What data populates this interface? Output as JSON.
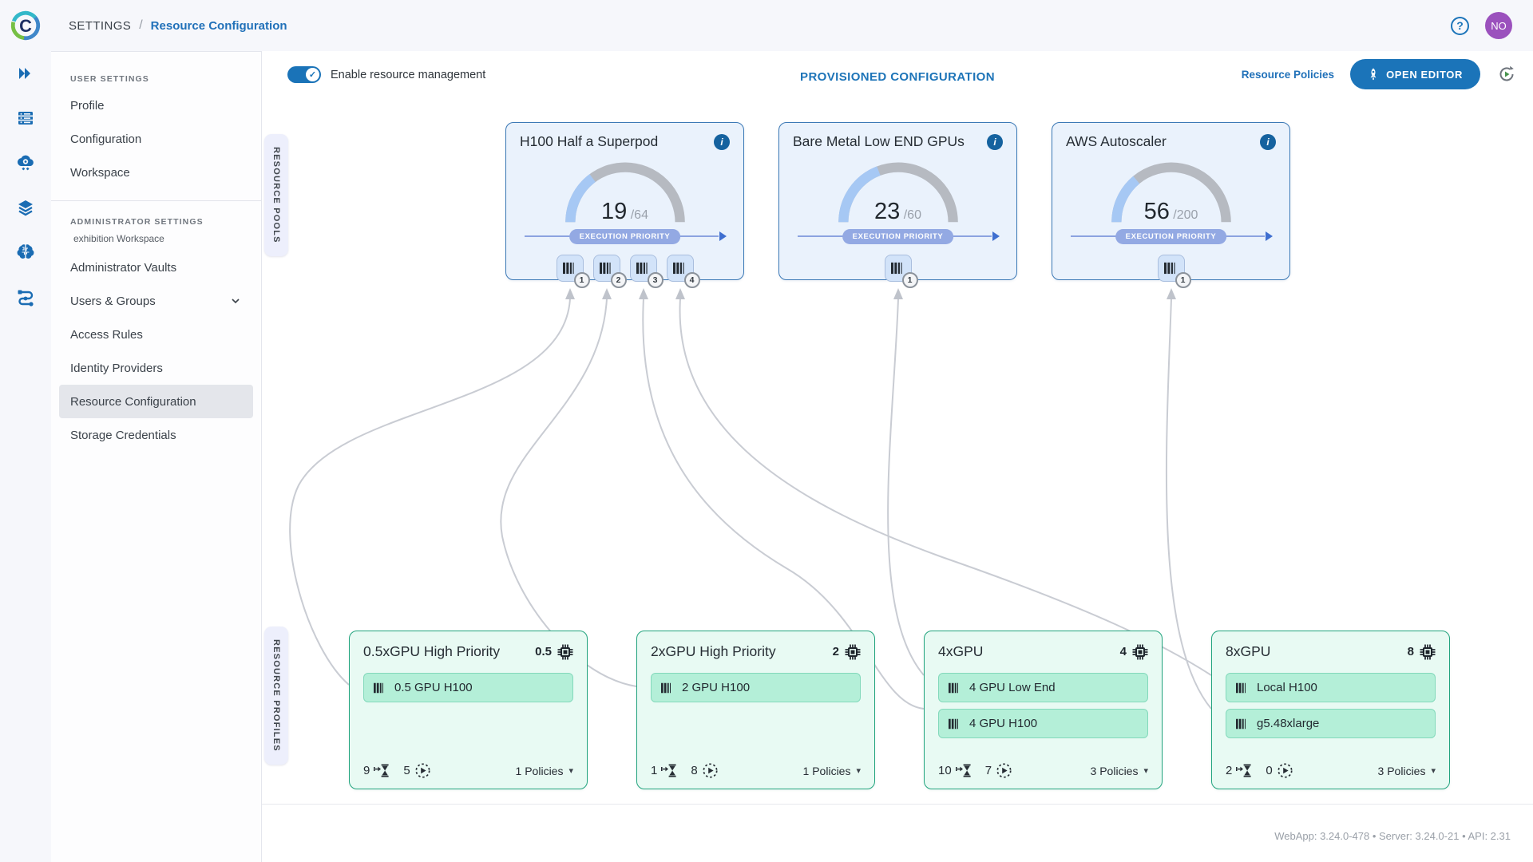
{
  "topbar": {
    "logo_letter": "C",
    "breadcrumb_section": "SETTINGS",
    "breadcrumb_sep": "/",
    "breadcrumb_page": "Resource Configuration",
    "help_glyph": "?",
    "avatar_initials": "NO"
  },
  "rail": {
    "icons": [
      "double-chevron-icon",
      "workers-icon",
      "cloud-autoscaler-icon",
      "layers-icon",
      "brain-icon",
      "pipeline-icon"
    ]
  },
  "sidebar": {
    "user_settings_label": "USER SETTINGS",
    "user_items": [
      "Profile",
      "Configuration",
      "Workspace"
    ],
    "admin_settings_label": "ADMINISTRATOR SETTINGS",
    "admin_workspace": "exhibition Workspace",
    "admin_items": [
      {
        "label": "Administrator Vaults",
        "chevron": false,
        "selected": false
      },
      {
        "label": "Users & Groups",
        "chevron": true,
        "selected": false
      },
      {
        "label": "Access Rules",
        "chevron": false,
        "selected": false
      },
      {
        "label": "Identity Providers",
        "chevron": false,
        "selected": false
      },
      {
        "label": "Resource Configuration",
        "chevron": false,
        "selected": true
      },
      {
        "label": "Storage Credentials",
        "chevron": false,
        "selected": false
      }
    ]
  },
  "header": {
    "toggle_label": "Enable resource management",
    "toggle_on": true,
    "toggle_check": "✓",
    "title": "PROVISIONED CONFIGURATION",
    "policies_link": "Resource Policies",
    "open_editor_label": "OPEN EDITOR"
  },
  "section_tabs": {
    "pools": "RESOURCE POOLS",
    "profiles": "RESOURCE PROFILES"
  },
  "pools": [
    {
      "name": "H100 Half a Superpod",
      "used": 19,
      "total": 64,
      "total_display": "/64",
      "priority_label": "EXECUTION PRIORITY",
      "info_glyph": "i",
      "queues": [
        1,
        2,
        3,
        4
      ]
    },
    {
      "name": "Bare Metal Low END GPUs",
      "used": 23,
      "total": 60,
      "total_display": "/60",
      "priority_label": "EXECUTION PRIORITY",
      "info_glyph": "i",
      "queues": [
        1
      ]
    },
    {
      "name": "AWS Autoscaler",
      "used": 56,
      "total": 200,
      "total_display": "/200",
      "priority_label": "EXECUTION PRIORITY",
      "info_glyph": "i",
      "queues": [
        1
      ]
    }
  ],
  "profiles": [
    {
      "name": "0.5xGPU High Priority",
      "gpu_count": "0.5",
      "setups": [
        "0.5 GPU H100"
      ],
      "pending": "9",
      "running": "5",
      "policies_label": "1 Policies"
    },
    {
      "name": "2xGPU High Priority",
      "gpu_count": "2",
      "setups": [
        "2 GPU H100"
      ],
      "pending": "1",
      "running": "8",
      "policies_label": "1 Policies"
    },
    {
      "name": "4xGPU",
      "gpu_count": "4",
      "setups": [
        "4 GPU Low End",
        "4 GPU H100"
      ],
      "pending": "10",
      "running": "7",
      "policies_label": "3 Policies"
    },
    {
      "name": "8xGPU",
      "gpu_count": "8",
      "setups": [
        "Local H100",
        "g5.48xlarge"
      ],
      "pending": "2",
      "running": "0",
      "policies_label": "3 Policies"
    }
  ],
  "connections": [
    {
      "profile": "0.5xGPU High Priority",
      "setup": "0.5 GPU H100",
      "pool": "H100 Half a Superpod",
      "priority": 1
    },
    {
      "profile": "2xGPU High Priority",
      "setup": "2 GPU H100",
      "pool": "H100 Half a Superpod",
      "priority": 2
    },
    {
      "profile": "4xGPU",
      "setup": "4 GPU H100",
      "pool": "H100 Half a Superpod",
      "priority": 3
    },
    {
      "profile": "8xGPU",
      "setup": "Local H100",
      "pool": "H100 Half a Superpod",
      "priority": 4
    },
    {
      "profile": "4xGPU",
      "setup": "4 GPU Low End",
      "pool": "Bare Metal Low END GPUs",
      "priority": 1
    },
    {
      "profile": "8xGPU",
      "setup": "g5.48xlarge",
      "pool": "AWS Autoscaler",
      "priority": 1
    }
  ],
  "icons": {
    "caret": "▾"
  },
  "colors": {
    "accent_blue": "#1b74b9",
    "pool_border": "#3c79b6",
    "pool_bg": "#eaf2fc",
    "gauge_fill": "#a6c8f4",
    "gauge_track": "#b6bac1",
    "priority_pill": "#93a9e3",
    "profile_border": "#22a47e",
    "profile_bg": "#e8faf3",
    "setup_chip_bg": "#b4efd8",
    "avatar_bg": "#9b51bd",
    "connector_gray": "#c9ccd3"
  },
  "footer": {
    "versions": "WebApp: 3.24.0-478 • Server: 3.24.0-21 • API: 2.31"
  }
}
